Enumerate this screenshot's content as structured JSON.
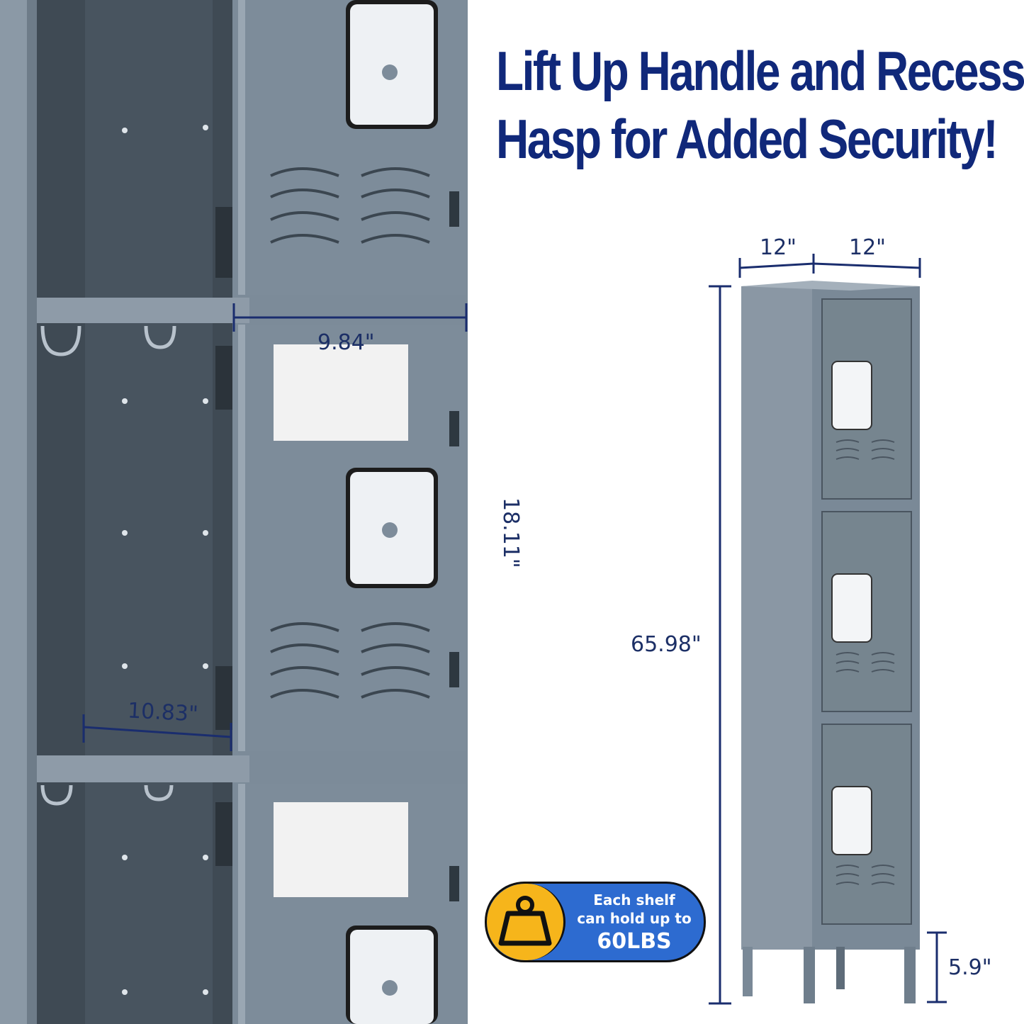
{
  "headline": {
    "line1": "Lift Up Handle and Recessed",
    "line2": "Hasp for Added Security!"
  },
  "dimensions": {
    "depth": "12\"",
    "width": "12\"",
    "door_width": "9.84\"",
    "compartment_height": "18.11\"",
    "inner_width": "10.83\"",
    "total_height": "65.98\"",
    "leg_height": "5.9\""
  },
  "badge": {
    "icon": "weight-icon",
    "line1": "Each shelf",
    "line2": "can hold up to",
    "line3": "60LBS"
  },
  "colors": {
    "headline": "#10287a",
    "dimension_line": "#1a2d6e",
    "locker_body": "#7f8e9c",
    "locker_dark": "#4a5560",
    "badge_blue": "#2d6bd0",
    "badge_yellow": "#f6b51b"
  }
}
